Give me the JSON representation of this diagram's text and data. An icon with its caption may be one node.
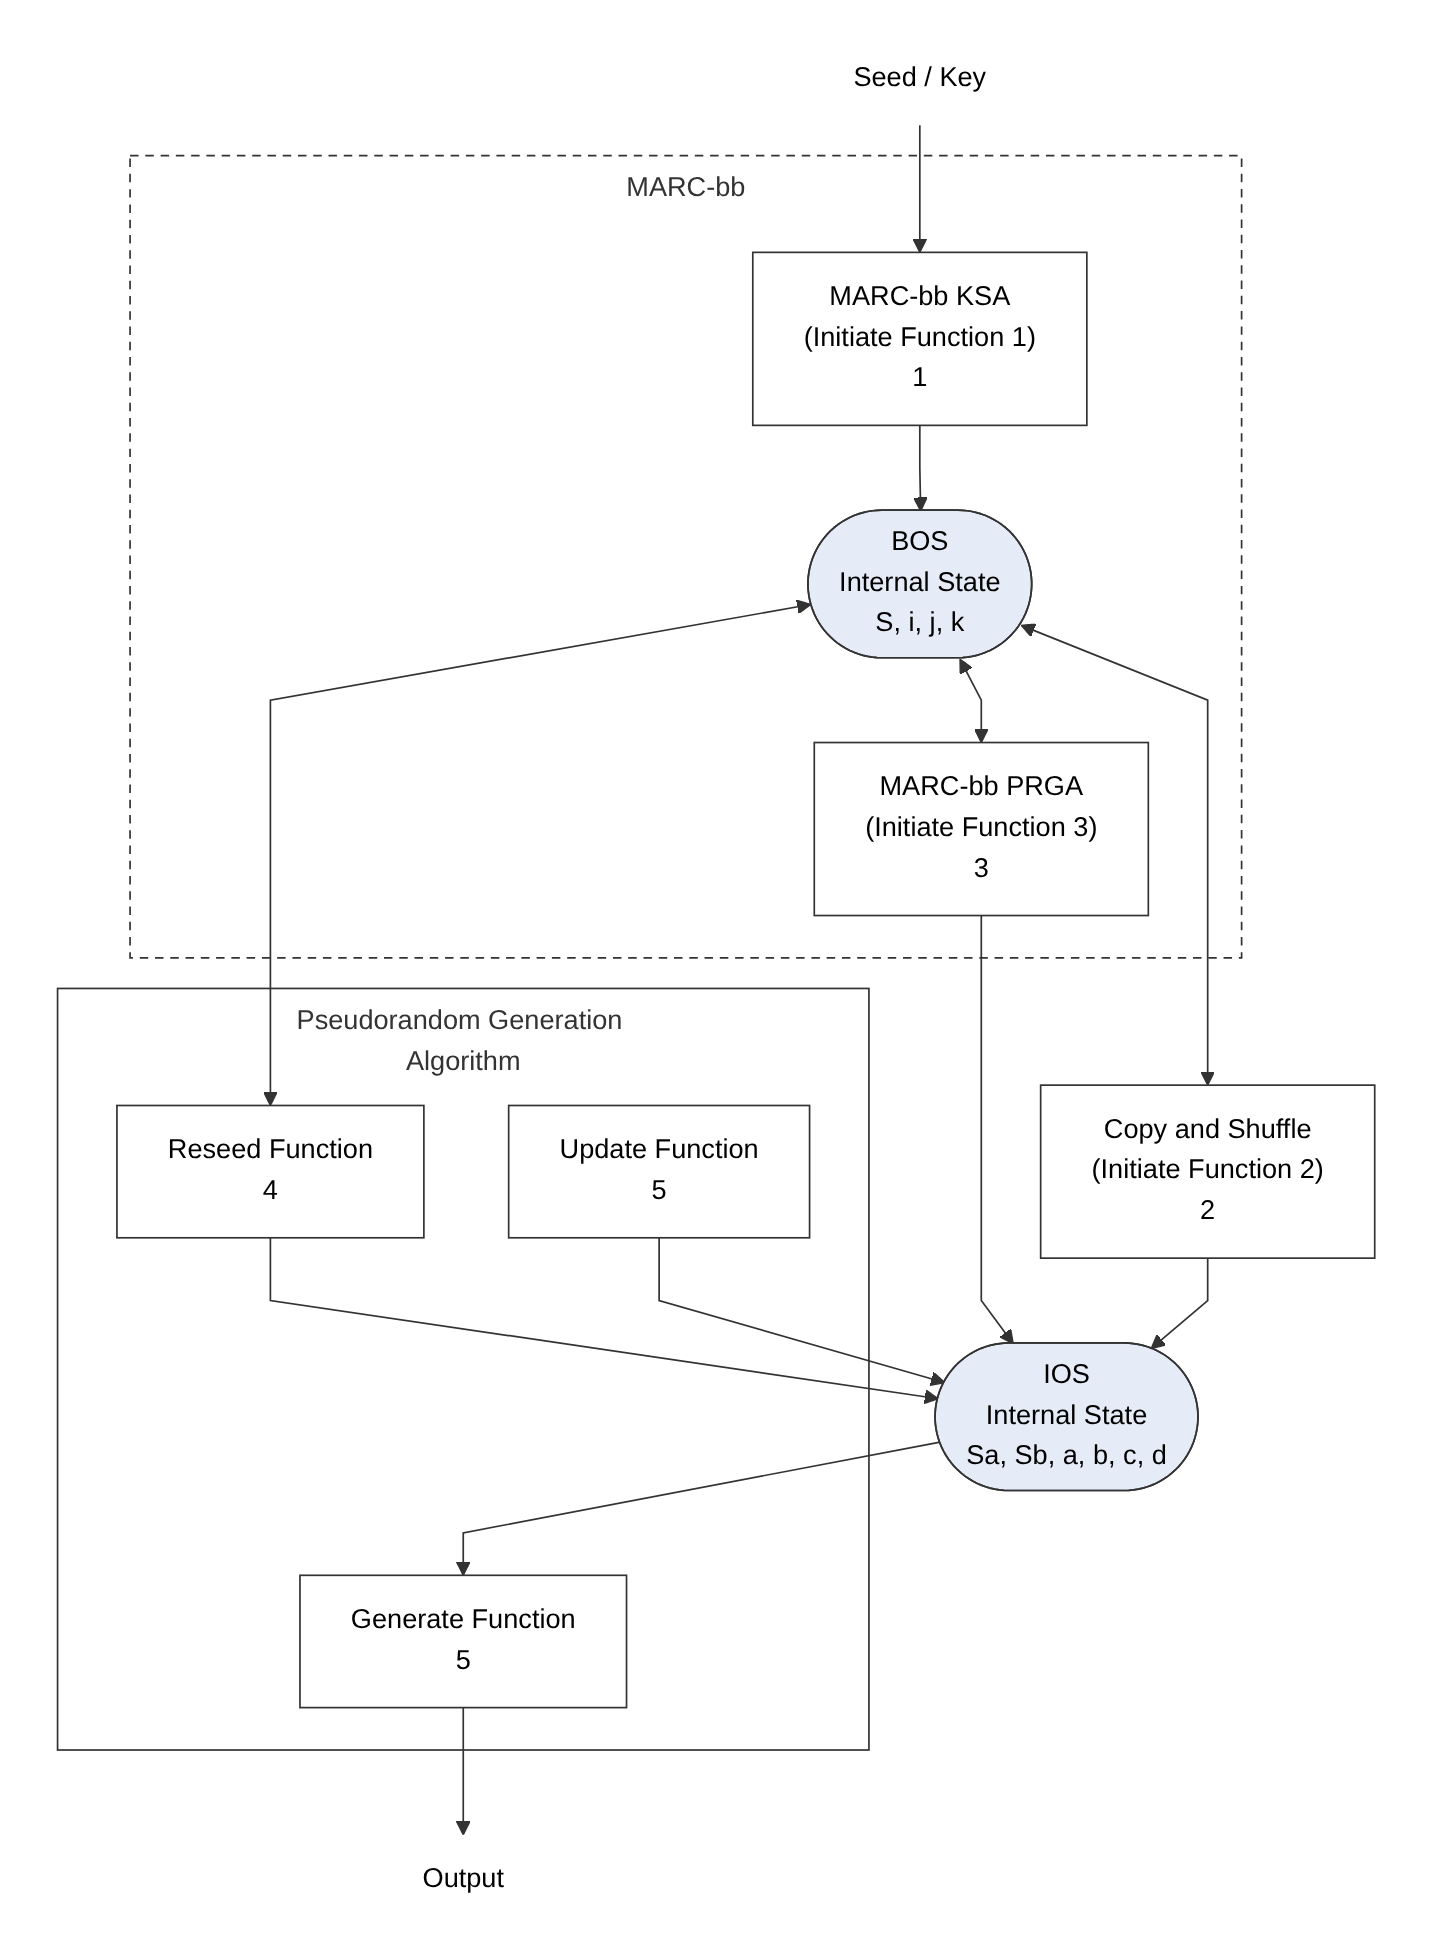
{
  "diagram": {
    "nodes": [
      {
        "text": [
          "Seed / Key"
        ]
      },
      {
        "text": [
          "MARC-bb"
        ]
      },
      {
        "text": [
          "MARC-bb KSA",
          "(Initiate Function 1)",
          "1"
        ],
        "in": 1
      },
      {
        "text": [
          "BOS",
          "Internal State",
          "S, i, j, k"
        ],
        "in": 1
      },
      {
        "text": [
          "Copy and Shuffle",
          "(Initiate Function 2)",
          "2"
        ]
      },
      {
        "text": [
          "MARC-bb PRGA",
          "(Initiate Function 3)",
          "3"
        ],
        "in": 1
      },
      {
        "text": [
          "IOS",
          "Internal State",
          "Sa, Sb, a, b, c, d"
        ]
      },
      {
        "text": [
          "Pseudorandom Generation Algorithm"
        ]
      },
      {
        "text": [
          "Reseed Function",
          "4"
        ],
        "in": 7
      },
      {
        "text": [
          "Update Function",
          "5"
        ],
        "in": 7
      },
      {
        "text": [
          "Generate Function",
          "5"
        ],
        "in": 7
      },
      {
        "text": [
          "Output"
        ]
      }
    ],
    "edges": [
      {
        "from": 0,
        "to": 2,
        "arrow": "to"
      },
      {
        "from": 2,
        "to": 3,
        "arrow": "to"
      },
      {
        "from": 3,
        "to": 5,
        "arrow": "both"
      },
      {
        "from": 3,
        "to": 8,
        "arrow": "both"
      },
      {
        "from": 3,
        "to": 4,
        "arrow": "both"
      },
      {
        "from": 5,
        "to": 6,
        "arrow": "to"
      },
      {
        "from": 4,
        "to": 6,
        "arrow": "to"
      },
      {
        "from": 8,
        "to": 6,
        "arrow": "to"
      },
      {
        "from": 9,
        "to": 6,
        "arrow": "to"
      },
      {
        "from": 6,
        "to": 10,
        "arrow": "to"
      },
      {
        "from": 10,
        "to": 11,
        "arrow": "to"
      }
    ]
  }
}
